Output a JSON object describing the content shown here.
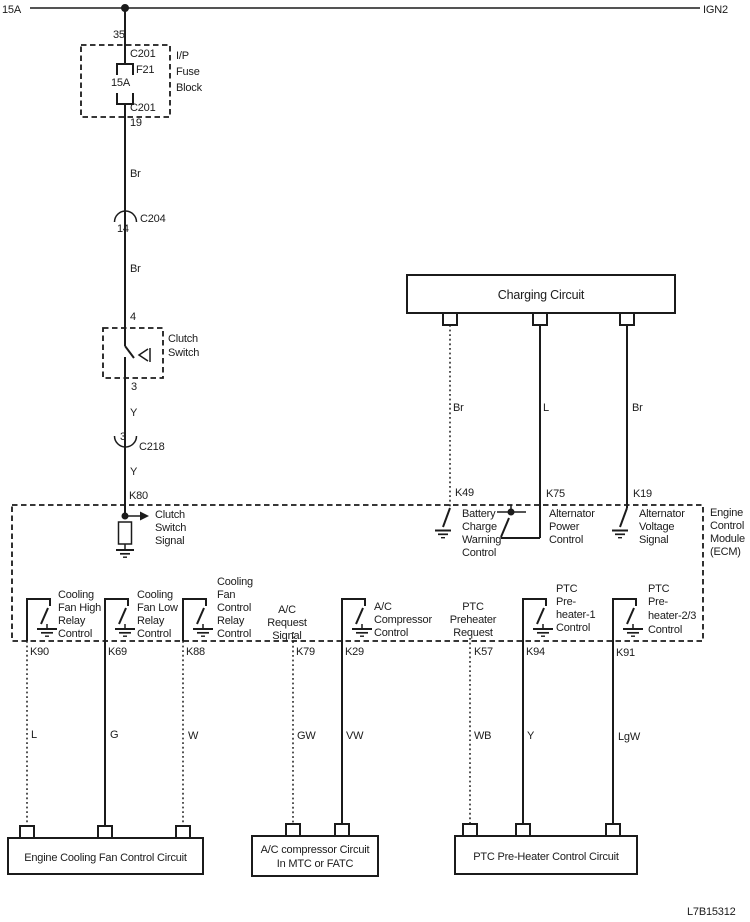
{
  "doc_id": "L7B15312",
  "rail": {
    "left": "15A",
    "right": "IGN2",
    "pin": "35"
  },
  "fuse_block": {
    "name": [
      "I/P",
      "Fuse",
      "Block"
    ],
    "connector_top": "C201",
    "fuse_id": "F21",
    "rating": "15A",
    "connector_bottom": "C201",
    "pin_out": "19"
  },
  "clutch_branch": {
    "wire_color_1": "Br",
    "connector_1": "C204",
    "connector_1_pin": "14",
    "wire_color_2": "Br",
    "switch_pin_in": "4",
    "switch_name": [
      "Clutch",
      "Switch"
    ],
    "switch_pin_out": "3",
    "wire_color_3": "Y",
    "connector_2": "C218",
    "connector_2_pin": "3",
    "wire_color_4": "Y",
    "ecm_pin": "K80",
    "ecm_signal": [
      "Clutch",
      "Switch",
      "Signal"
    ]
  },
  "charging": {
    "title": "Charging Circuit",
    "branches": [
      {
        "wire_color": "Br",
        "ecm_pin": "K49",
        "ecm_label": [
          "Battery",
          "Charge",
          "Warning",
          "Control"
        ]
      },
      {
        "wire_color": "L",
        "ecm_pin": "K75",
        "ecm_label": [
          "Alternator",
          "Power",
          "Control"
        ]
      },
      {
        "wire_color": "Br",
        "ecm_pin": "K19",
        "ecm_label": [
          "Alternator",
          "Voltage",
          "Signal"
        ]
      }
    ]
  },
  "ecm": {
    "name": [
      "Engine",
      "Control",
      "Module",
      "(ECM)"
    ],
    "outputs": [
      {
        "pin": "K90",
        "label": [
          "Cooling",
          "Fan High",
          "Relay",
          "Control"
        ],
        "wire_color": "L"
      },
      {
        "pin": "K69",
        "label": [
          "Cooling",
          "Fan Low",
          "Relay",
          "Control"
        ],
        "wire_color": "G"
      },
      {
        "pin": "K88",
        "label": [
          "Cooling",
          "Fan",
          "Control",
          "Relay",
          "Control"
        ],
        "wire_color": "W"
      },
      {
        "pin": "K79",
        "label": [
          "A/C",
          "Request",
          "Signal"
        ],
        "wire_color": "GW"
      },
      {
        "pin": "K29",
        "label": [
          "A/C",
          "Compressor",
          "Control"
        ],
        "wire_color": "VW"
      },
      {
        "pin": "K57",
        "label": [
          "PTC",
          "Preheater",
          "Request"
        ],
        "wire_color": "WB"
      },
      {
        "pin": "K94",
        "label": [
          "PTC",
          "Pre-",
          "heater-1",
          "Control"
        ],
        "wire_color": "Y"
      },
      {
        "pin": "K91",
        "label": [
          "PTC",
          "Pre-",
          "heater-2/3",
          "Control"
        ],
        "wire_color": "LgW"
      }
    ]
  },
  "destinations": [
    {
      "label": [
        "Engine Cooling Fan Control Circuit"
      ]
    },
    {
      "label": [
        "A/C compressor Circuit",
        "In MTC or FATC"
      ]
    },
    {
      "label": [
        "PTC Pre-Heater Control Circuit"
      ]
    }
  ]
}
